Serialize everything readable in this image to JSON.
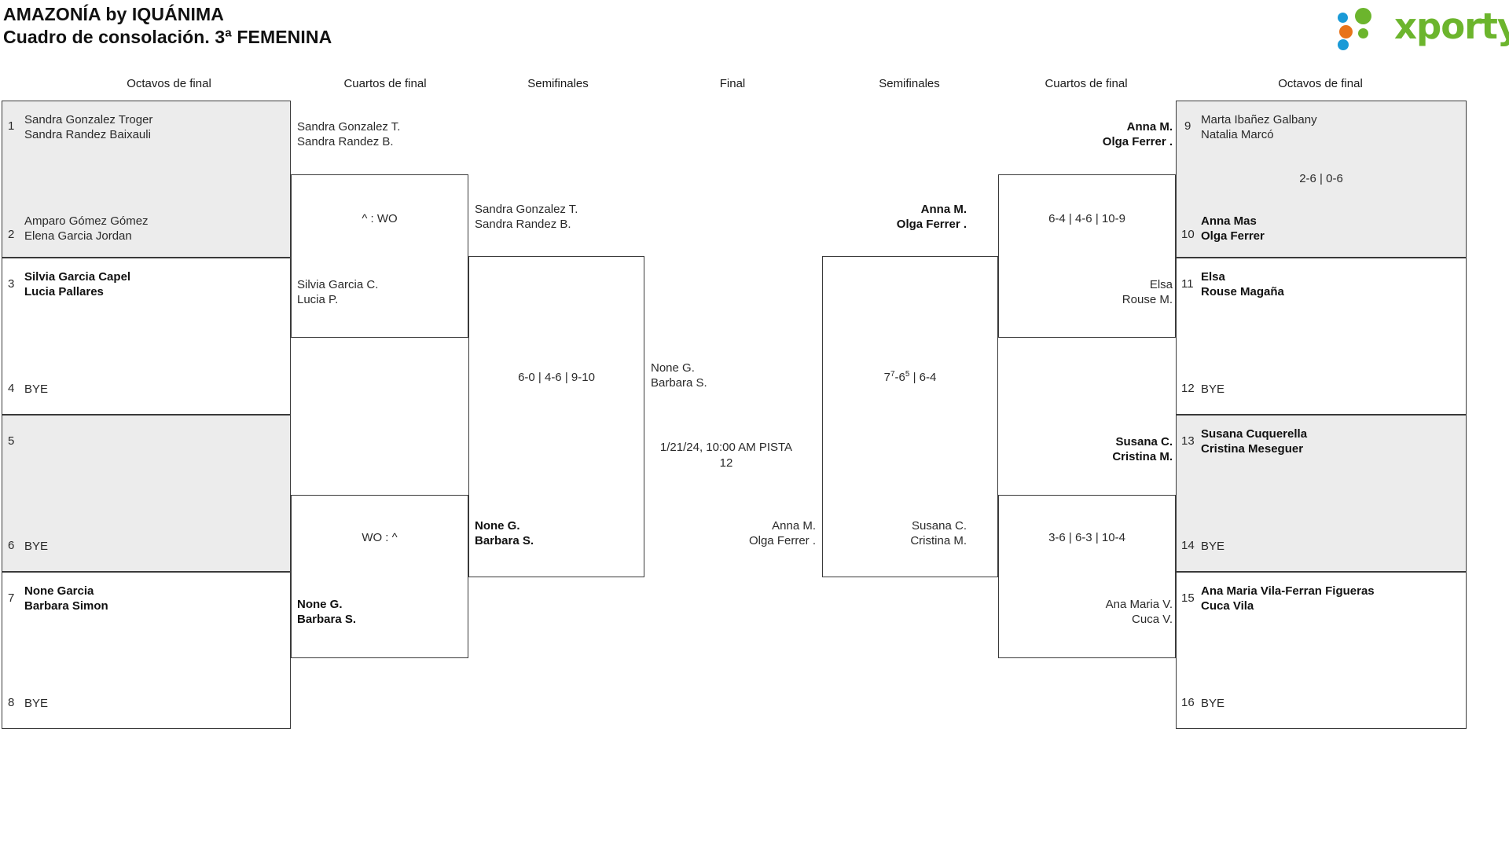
{
  "header": {
    "title_line1": "AMAZONÍA by IQUÁNIMA",
    "title_line2": "Cuadro de consolación. 3ª FEMENINA",
    "logo_text": "xporty",
    "logo_colors": {
      "blue": "#1a9ad7",
      "orange": "#e8731a",
      "green": "#6cb52d"
    }
  },
  "round_headers": [
    {
      "label": "Octavos de final"
    },
    {
      "label": "Cuartos de final"
    },
    {
      "label": "Semifinales"
    },
    {
      "label": "Final"
    },
    {
      "label": "Semifinales"
    },
    {
      "label": "Cuartos de final"
    },
    {
      "label": "Octavos de final"
    }
  ],
  "left_r16": [
    {
      "seed": "1",
      "line1": "Sandra Gonzalez Troger",
      "line2": "Sandra Randez Baixauli",
      "bold": false,
      "shaded": true
    },
    {
      "seed": "2",
      "line1": "Amparo Gómez Gómez",
      "line2": "Elena Garcia Jordan",
      "bold": false,
      "shaded": true
    },
    {
      "seed": "3",
      "line1": "Silvia Garcia Capel",
      "line2": "Lucia Pallares",
      "bold": true,
      "shaded": false
    },
    {
      "seed": "4",
      "line1": "BYE",
      "line2": "",
      "bold": false,
      "shaded": false
    },
    {
      "seed": "5",
      "line1": "",
      "line2": "",
      "bold": false,
      "shaded": true
    },
    {
      "seed": "6",
      "line1": "BYE",
      "line2": "",
      "bold": false,
      "shaded": true
    },
    {
      "seed": "7",
      "line1": "None Garcia",
      "line2": "Barbara Simon",
      "bold": true,
      "shaded": false
    },
    {
      "seed": "8",
      "line1": "BYE",
      "line2": "",
      "bold": false,
      "shaded": false
    }
  ],
  "right_r16": [
    {
      "seed": "9",
      "line1": "Marta Ibañez Galbany",
      "line2": "Natalia Marcó",
      "bold": false,
      "shaded": true
    },
    {
      "seed": "10",
      "line1": "Anna Mas",
      "line2": "Olga Ferrer",
      "bold": true,
      "shaded": true
    },
    {
      "seed": "11",
      "line1": "Elsa",
      "line2": "Rouse Magaña",
      "bold": true,
      "shaded": false
    },
    {
      "seed": "12",
      "line1": "BYE",
      "line2": "",
      "bold": false,
      "shaded": false
    },
    {
      "seed": "13",
      "line1": "Susana Cuquerella",
      "line2": "Cristina Meseguer",
      "bold": true,
      "shaded": true
    },
    {
      "seed": "14",
      "line1": "BYE",
      "line2": "",
      "bold": false,
      "shaded": true
    },
    {
      "seed": "15",
      "line1": "Ana Maria Vila-Ferran Figueras",
      "line2": "Cuca Vila",
      "bold": true,
      "shaded": false
    },
    {
      "seed": "16",
      "line1": "BYE",
      "line2": "",
      "bold": false,
      "shaded": false
    }
  ],
  "right_r16_scores": [
    {
      "text": "2-6 | 0-6"
    }
  ],
  "left_qf": [
    {
      "line1": "Sandra Gonzalez T.",
      "line2": "Sandra Randez B.",
      "bold": false
    },
    {
      "line1": "Silvia Garcia C.",
      "line2": "Lucia P.",
      "bold": false
    },
    {
      "line1": "None G.",
      "line2": "Barbara S.",
      "bold": true
    }
  ],
  "left_qf_scores": [
    {
      "text": "^ : WO"
    },
    {
      "text": "WO : ^"
    }
  ],
  "left_sf": [
    {
      "line1": "Sandra Gonzalez T.",
      "line2": "Sandra Randez B.",
      "bold": false
    },
    {
      "line1": "None G.",
      "line2": "Barbara S.",
      "bold": true
    }
  ],
  "left_sf_score": {
    "text": "6-0 | 4-6 | 9-10"
  },
  "final": {
    "top": {
      "line1": "None G.",
      "line2": "Barbara S."
    },
    "bottom": {
      "line1": "Anna M.",
      "line2": "Olga Ferrer ."
    },
    "meta_line1": "1/21/24, 10:00 AM PISTA",
    "meta_line2": "12"
  },
  "right_sf": [
    {
      "line1": "Anna M.",
      "line2": "Olga Ferrer .",
      "bold": true
    },
    {
      "line1": "Susana C.",
      "line2": "Cristina M.",
      "bold": false
    }
  ],
  "right_sf_score": {
    "text_main_a": "7",
    "text_sup_a": "7",
    "text_mid": "-6",
    "text_sup_b": "5",
    "text_tail": " | 6-4"
  },
  "right_qf": [
    {
      "line1": "Anna M.",
      "line2": "Olga Ferrer .",
      "bold": true
    },
    {
      "line1": "Elsa",
      "line2": "Rouse M.",
      "bold": false
    },
    {
      "line1": "Susana C.",
      "line2": "Cristina M.",
      "bold": true
    },
    {
      "line1": "Ana Maria V.",
      "line2": "Cuca V.",
      "bold": false
    }
  ],
  "right_qf_scores": [
    {
      "text": "6-4 | 4-6 | 10-9"
    },
    {
      "text": "3-6 | 6-3 | 10-4"
    }
  ]
}
